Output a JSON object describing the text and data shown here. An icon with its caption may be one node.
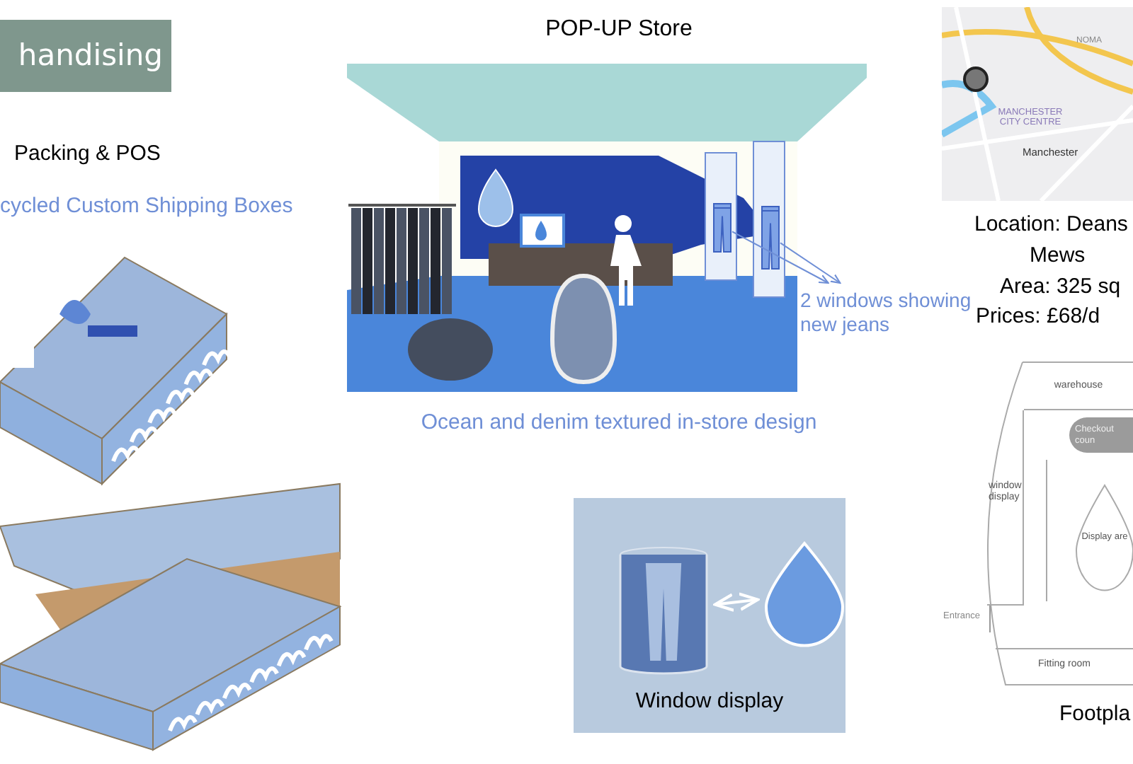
{
  "diagram": {
    "nodes": [
      {
        "text": [
          "handising"
        ]
      },
      {
        "text": [
          "2 windows showing new jeans"
        ]
      },
      {
        "text": [],
        "shape": "picture"
      },
      {
        "text": [],
        "shape": "picture"
      },
      {
        "text": [],
        "shape": "picture"
      },
      {
        "text": [],
        "shape": "picture"
      },
      {
        "text": [
          "warehouse"
        ]
      },
      {
        "text": [
          "Checkout coun"
        ]
      },
      {
        "text": [
          "window display"
        ]
      },
      {
        "text": [
          "Display are"
        ]
      },
      {
        "text": [
          "Fitting room"
        ]
      }
    ],
    "edges": [
      {
        "from": 2,
        "to": 1,
        "arrow": "to"
      },
      {
        "from": 3,
        "to": 1,
        "arrow": "to"
      },
      {
        "from": 4,
        "to": 5,
        "arrow": "both",
        "color": "#ffffff"
      }
    ],
    "labels": [
      "POP-UP Store",
      "Packing & POS",
      "cycled Custom Shipping Boxes",
      "Ocean and denim textured in-store design",
      "NOMA",
      "MANCHESTER CITY CENTRE",
      "Manchester",
      "Location: Deans",
      "Mews",
      "Area: 325 sq",
      "Prices:  £68/d",
      "Entrance",
      "Window display",
      "Footpla"
    ]
  }
}
